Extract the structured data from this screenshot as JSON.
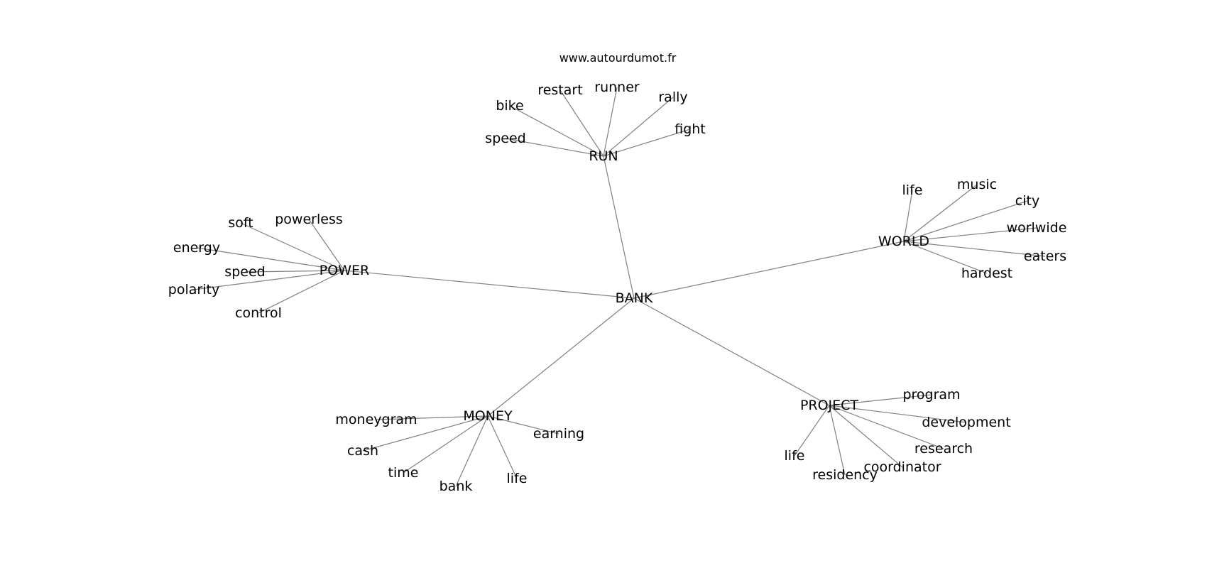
{
  "source": "www.autourdumot.fr",
  "colors": {
    "edge": "#808080",
    "text": "#000000",
    "background": "#ffffff"
  },
  "graph": {
    "root": "BANK",
    "groups": [
      {
        "hub": "RUN",
        "words": [
          "speed",
          "bike",
          "restart",
          "runner",
          "rally",
          "fight"
        ]
      },
      {
        "hub": "WORLD",
        "words": [
          "life",
          "music",
          "city",
          "worlwide",
          "eaters",
          "hardest"
        ]
      },
      {
        "hub": "POWER",
        "words": [
          "soft",
          "powerless",
          "energy",
          "speed",
          "polarity",
          "control"
        ]
      },
      {
        "hub": "MONEY",
        "words": [
          "moneygram",
          "cash",
          "time",
          "bank",
          "life",
          "earning"
        ]
      },
      {
        "hub": "PROJECT",
        "words": [
          "program",
          "development",
          "research",
          "coordinator",
          "residency",
          "life"
        ]
      }
    ]
  }
}
